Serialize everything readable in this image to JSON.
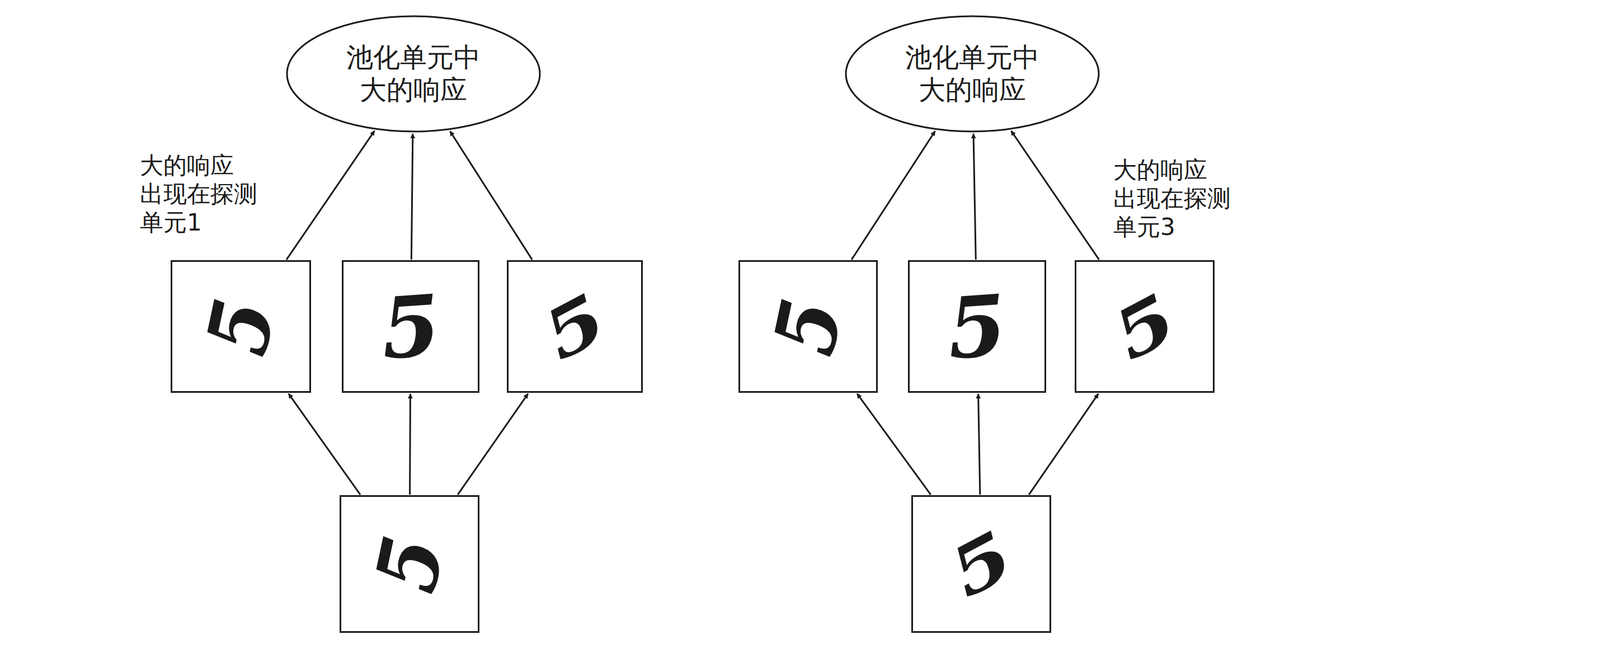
{
  "diagram": {
    "nodes": [
      {
        "text": [
          "池化单元中 大的响应"
        ]
      },
      {
        "text": [
          "池化单元中 大的响应"
        ]
      },
      {
        "text": [
          "5"
        ]
      },
      {
        "text": [
          "5"
        ]
      },
      {
        "text": [
          "5"
        ]
      },
      {
        "text": [
          "5"
        ]
      },
      {
        "text": [
          "5"
        ]
      },
      {
        "text": [
          "5"
        ]
      },
      {
        "text": [
          "5"
        ]
      },
      {
        "text": [
          "5"
        ]
      }
    ],
    "edges": [
      {
        "from": 2,
        "to": 0,
        "arrow": "to"
      },
      {
        "from": 3,
        "to": 0,
        "arrow": "to"
      },
      {
        "from": 4,
        "to": 0,
        "arrow": "to"
      },
      {
        "from": 5,
        "to": 1,
        "arrow": "to"
      },
      {
        "from": 6,
        "to": 1,
        "arrow": "to"
      },
      {
        "from": 7,
        "to": 1,
        "arrow": "to"
      },
      {
        "from": 8,
        "to": 2,
        "arrow": "to"
      },
      {
        "from": 8,
        "to": 3,
        "arrow": "to"
      },
      {
        "from": 8,
        "to": 4,
        "arrow": "to"
      },
      {
        "from": 9,
        "to": 5,
        "arrow": "to"
      },
      {
        "from": 9,
        "to": 6,
        "arrow": "to"
      },
      {
        "from": 9,
        "to": 7,
        "arrow": "to"
      }
    ],
    "labels": [
      "大的响应 出现在探测 单元1",
      "大的响应 出现在探测 单元3"
    ]
  }
}
